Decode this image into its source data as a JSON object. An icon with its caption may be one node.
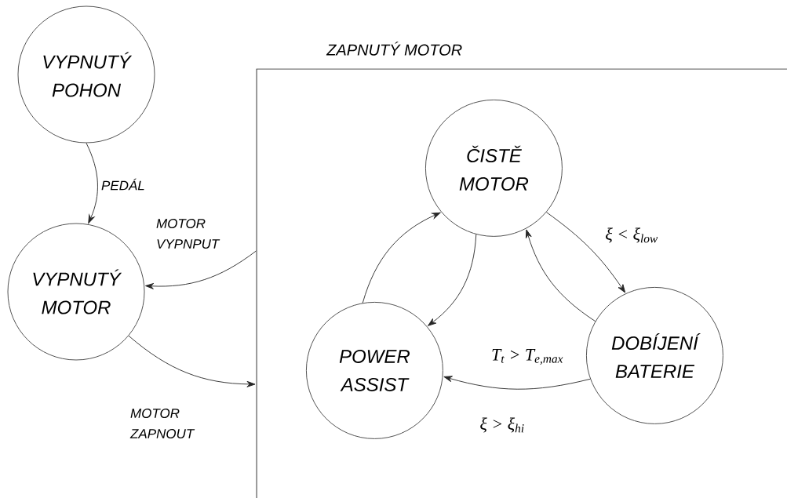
{
  "diagram": {
    "nodes": [
      {
        "text": [
          "VYPNUTÝ POHON"
        ]
      },
      {
        "text": [
          "VYPNUTÝ MOTOR"
        ]
      },
      {
        "text": [
          "ZAPNUTÝ MOTOR"
        ]
      },
      {
        "text": [
          "ČISTĚ MOTOR"
        ],
        "in": 2
      },
      {
        "text": [
          "POWER ASSIST"
        ],
        "in": 2
      },
      {
        "text": [
          "DOBÍJENÍ BATERIE"
        ],
        "in": 2
      }
    ],
    "edges": [
      {
        "from": 0,
        "to": 1,
        "arrow": "to",
        "label": "PEDÁL"
      },
      {
        "from": 2,
        "to": 1,
        "arrow": "to",
        "label": "MOTOR VYPNPUT"
      },
      {
        "from": 1,
        "to": 2,
        "arrow": "to",
        "label": "MOTOR ZAPNOUT"
      },
      {
        "from": 3,
        "to": 5,
        "arrow": "to",
        "label": "ξ < ξ$_{low}$"
      },
      {
        "from": 5,
        "to": 3,
        "arrow": "to"
      },
      {
        "from": 3,
        "to": 4,
        "arrow": "to",
        "label": "T$_{t}$ > T$_{e,max}$"
      },
      {
        "from": 4,
        "to": 3,
        "arrow": "to"
      },
      {
        "from": 5,
        "to": 4,
        "arrow": "to",
        "label": "ξ > ξ$_{hi}$"
      }
    ]
  }
}
